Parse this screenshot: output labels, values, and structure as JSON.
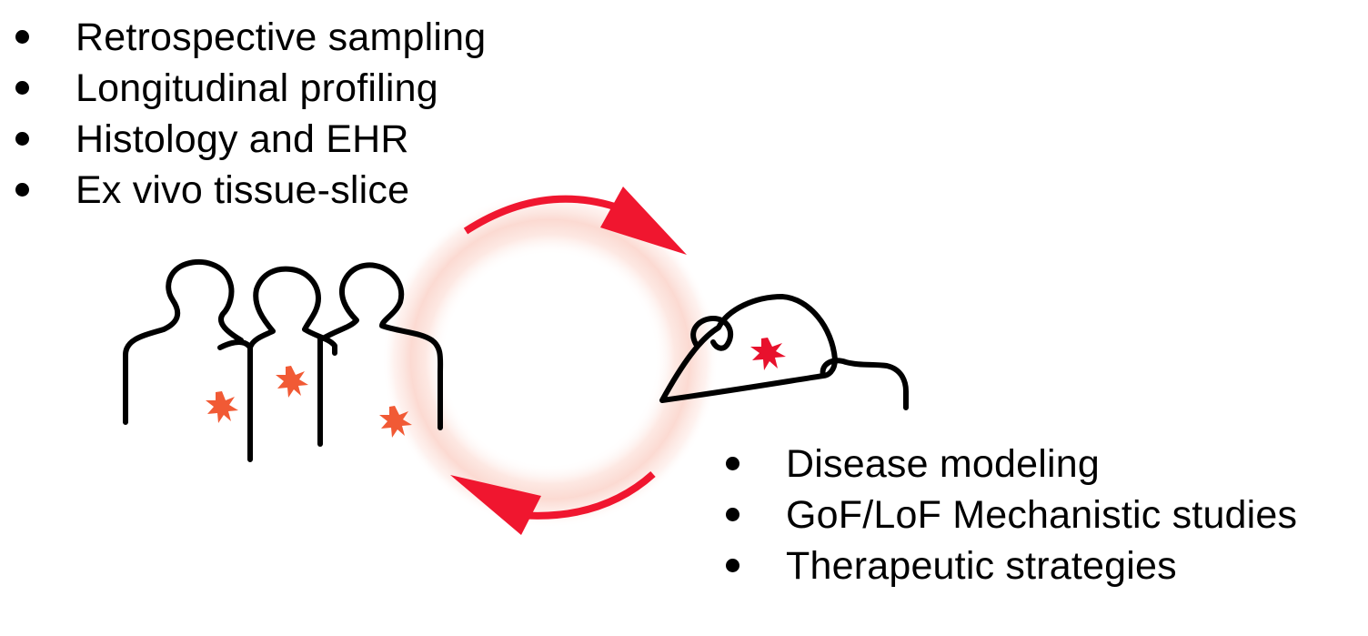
{
  "top_list": {
    "items": [
      "Retrospective sampling",
      "Longitudinal profiling",
      "Histology and EHR",
      "Ex vivo tissue-slice"
    ]
  },
  "bottom_list": {
    "items": [
      "Disease modeling",
      "GoF/LoF Mechanistic studies",
      "Therapeutic strategies"
    ]
  },
  "colors": {
    "arrow": "#f0162f",
    "human_star": "#f15a35",
    "mouse_star": "#e8112d",
    "ring_glow": "#fbd9d2",
    "outline": "#000000"
  },
  "icons": [
    "human-silhouette-icon",
    "mouse-icon",
    "cycle-arrow-icon",
    "lesion-star-icon"
  ]
}
